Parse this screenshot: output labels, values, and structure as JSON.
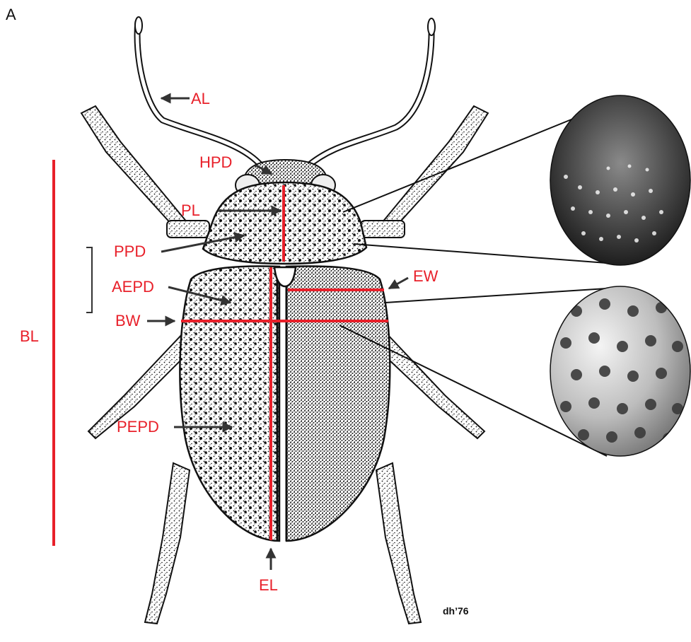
{
  "panel_letter": "A",
  "signature": "dh’76",
  "labels": {
    "al": "AL",
    "hpd": "HPD",
    "pl": "PL",
    "ppd": "PPD",
    "aepd": "AEPD",
    "bw": "BW",
    "bl": "BL",
    "ew": "EW",
    "pepd": "PEPD",
    "el": "EL"
  },
  "colors": {
    "measure": "#e8202a",
    "arrow": "#333333",
    "ink": "#111111"
  }
}
